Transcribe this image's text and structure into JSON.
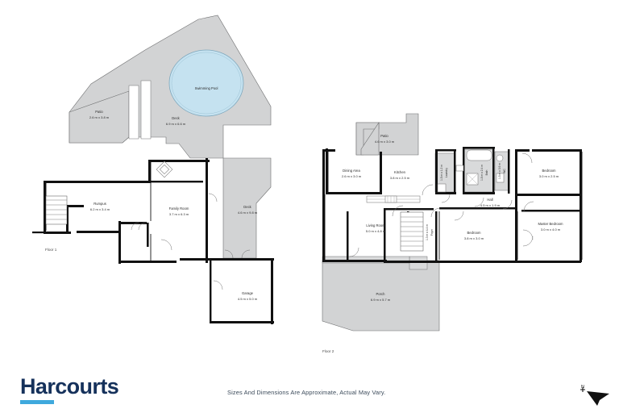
{
  "document": {
    "type": "floor-plan",
    "disclaimer": "Sizes And Dimensions Are Approximate, Actual May Vary.",
    "brand": "Harcourts",
    "brand_color": "#15315b",
    "brand_accent_color": "#3fa9dd",
    "compass_label": "N"
  },
  "floors": [
    {
      "id": "floor-1",
      "label": "Floor 1",
      "rooms": [
        {
          "name": "Patio",
          "dimensions": "2.6 m x 3.8 m"
        },
        {
          "name": "Swimming Pool",
          "dimensions": ""
        },
        {
          "name": "Deck",
          "dimensions": "6.9 m x 6.6 m"
        },
        {
          "name": "Rumpus",
          "dimensions": "6.2 m x 3.4 m"
        },
        {
          "name": "Family Room",
          "dimensions": "3.7 m x 6.3 m"
        },
        {
          "name": "Deck",
          "dimensions": "4.6 m x 9.8 m"
        },
        {
          "name": "Garage",
          "dimensions": "4.5 m x 5.0 m"
        }
      ]
    },
    {
      "id": "floor-2",
      "label": "Floor 2",
      "rooms": [
        {
          "name": "Patio",
          "dimensions": "4.6 m x 3.0 m"
        },
        {
          "name": "Dining Area",
          "dimensions": "2.6 m x 3.0 m"
        },
        {
          "name": "Kitchen",
          "dimensions": "3.8 m x 2.5 m"
        },
        {
          "name": "Laundry",
          "dimensions": "1.5 m x 1.2 m"
        },
        {
          "name": "Bath",
          "dimensions": "1.8 m x 2.4 m"
        },
        {
          "name": "WC",
          "dimensions": "1.5 m x 0.9 m"
        },
        {
          "name": "Hall",
          "dimensions": "4.5 m x 1.9 m"
        },
        {
          "name": "Bedroom",
          "dimensions": "3.0 m x 2.5 m"
        },
        {
          "name": "Master Bedroom",
          "dimensions": "3.0 m x 4.0 m"
        },
        {
          "name": "Living Room",
          "dimensions": "5.0 m x 4.8 m"
        },
        {
          "name": "Bedroom",
          "dimensions": "3.8 m x 3.0 m"
        },
        {
          "name": "Foyer",
          "dimensions": "1.3 m x 4.4 m"
        },
        {
          "name": "Porch",
          "dimensions": "6.9 m x 5.7 m"
        }
      ]
    }
  ]
}
